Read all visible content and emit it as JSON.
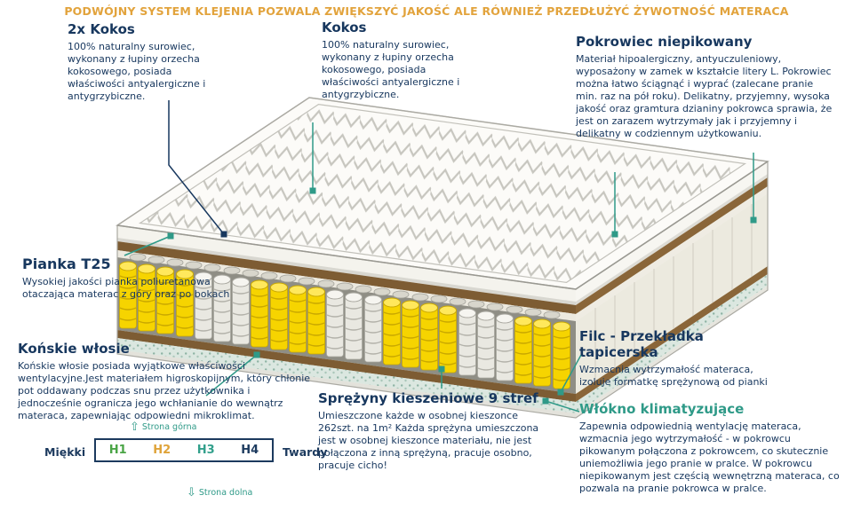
{
  "header": {
    "text": "PODWÓJNY SYSTEM KLEJENIA POZWALA ZWIĘKSZYĆ JAKOŚĆ ALE RÓWNIEŻ PRZEDŁUŻYĆ ŻYWOTNOŚĆ MATERACA"
  },
  "annotations": {
    "kokos_2x": {
      "title": "2x Kokos",
      "body": "100% naturalny surowiec, wykonany z łupiny orzecha kokosowego, posiada właściwości antyalergiczne i antygrzybiczne."
    },
    "kokos": {
      "title": "Kokos",
      "body": "100% naturalny surowiec, wykonany z łupiny orzecha kokosowego, posiada właściwości antyalergiczne i antygrzybiczne."
    },
    "pokrowiec": {
      "title": "Pokrowiec niepikowany",
      "body": "Materiał hipoalergiczny, antyuczuleniowy, wyposażony w zamek w kształcie litery L. Pokrowiec można łatwo ściągnąć i wyprać (zalecane pranie min. raz na pół roku). Delikatny, przyjemny, wysoka jakość oraz gramtura dzianiny pokrowca sprawia, że jest on zarazem wytrzymały jak i przyjemny i delikatny w codziennym użytkowaniu."
    },
    "pianka": {
      "title": "Pianka T25",
      "body": "Wysokiej jakości pianka poliuretanowa otaczająca materac z góry oraz po bokach"
    },
    "wlosie": {
      "title": "Końskie włosie",
      "body": "Końskie włosie posiada wyjątkowe właściwości wentylacyjne.Jest materiałem higroskopijnym, który chłonie pot oddawany podczas snu przez użytkownika i jednocześnie ogranicza jego wchłanianie do wewnątrz materaca, zapewniając odpowiedni mikroklimat."
    },
    "sprezyny": {
      "title": "Sprężyny kieszeniowe 9 stref",
      "body": "Umieszczone każde w osobnej kieszonce 262szt. na 1m² Każda sprężyna umieszczona jest w osobnej kieszonce materiału, nie jest połączona z inną sprężyną, pracuje osobno, pracuje cicho!"
    },
    "filc": {
      "title": "Filc - Przekładka tapicerska",
      "body": "Wzmacnia wytrzymałość materaca, izoluje formatkę sprężynową od pianki"
    },
    "wlokno": {
      "title": "Włókno klimatyzujące",
      "body": "Zapewnia odpowiednią wentylację materaca, wzmacnia jego wytrzymałość - w pokrowcu pikowanym połączona z pokrowcem, co skutecznie uniemożliwia jego pranie w pralce. W pokrowcu niepikowanym jest częścią wewnętrzną materaca, co pozwala na pranie pokrowca w pralce."
    }
  },
  "hardness_scale": {
    "soft_label": "Miękki",
    "hard_label": "Twardy",
    "levels": [
      {
        "label": "H1",
        "color": "#4aa546"
      },
      {
        "label": "H2",
        "color": "#dfa339"
      },
      {
        "label": "H3",
        "color": "#33a08c"
      },
      {
        "label": "H4",
        "color": "#1c3a5e"
      }
    ],
    "top_side_label": "Strona górna",
    "bottom_side_label": "Strona dolna",
    "up_arrow": "⇧",
    "down_arrow": "⇩"
  },
  "colors": {
    "header_text": "#e2a33c",
    "heading_text": "#17375e",
    "body_text": "#17375e",
    "accent_teal": "#2f9a88",
    "spring_yellow": "#f6d400",
    "kokos_brown": "#7d5c33"
  }
}
